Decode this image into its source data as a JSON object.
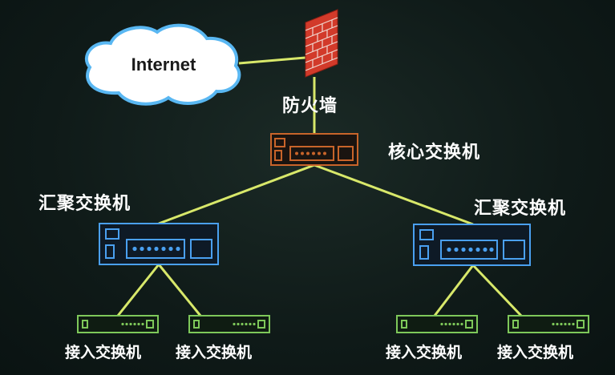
{
  "cloud": {
    "label": "Internet"
  },
  "firewall": {
    "label": "防火墙"
  },
  "core": {
    "label": "核心交换机"
  },
  "aggregation": [
    {
      "label": "汇聚交换机"
    },
    {
      "label": "汇聚交换机"
    }
  ],
  "access": [
    {
      "label": "接入交换机"
    },
    {
      "label": "接入交换机"
    },
    {
      "label": "接入交换机"
    },
    {
      "label": "接入交换机"
    }
  ],
  "colors": {
    "link": "#d8e86a",
    "cloud": "#59b7f2",
    "firewall": "#d23a2a",
    "core": "#c8642a",
    "aggregation": "#4aa0f0",
    "access": "#7ec85a",
    "text": "#ffffff"
  },
  "icons": [
    "cloud-icon",
    "firewall-icon",
    "switch-icon"
  ]
}
